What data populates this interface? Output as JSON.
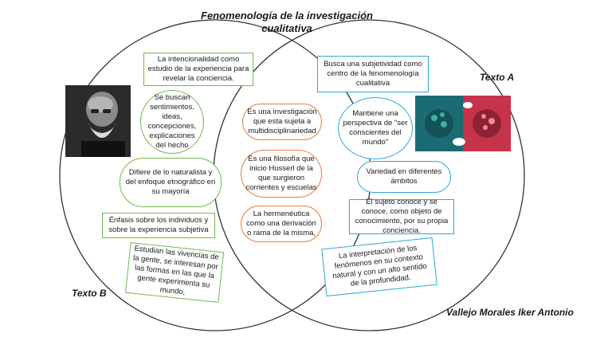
{
  "title": "Fenomenología de la investigación cualitativa",
  "labels": {
    "texto_a": "Texto A",
    "texto_b": "Texto B",
    "author": "Vallejo Morales Iker Antonio"
  },
  "left": {
    "item1": "La intencionalidad como estudio de la experiencia para revelar la conciencia.",
    "item2": "Se buscan sentimientos, ideas, concepciones, explicaciones del hecho",
    "item3": "Difiere de lo naturalista y del enfoque etnográfico en su mayoría",
    "item4": "Énfasis sobre los individuos y sobre la experiencia subjetiva",
    "item5": "Estudian las vivencias de la gente, se interesan por las formas en las que la gente experimenta su mundo,"
  },
  "center": {
    "item1": "Es una investigación que esta sujeta a multidisciplinariedad",
    "item2": "Es una filosofía que inicio Husserl de la que surgieron corrientes y escuelas",
    "item3": "La hermenéutica como una derivación o rama de la misma,"
  },
  "right": {
    "item1": "Busca una subjetividad como centro de la fenomenología cualitativa",
    "item2": "Mantiene una perspectiva de \"ser conscientes del mundo\"",
    "item3": "Variedad en diferentes ámbitos",
    "item4": "El sujeto conoce y se conoce, como objeto de conocimiento, por su propia conciencia.",
    "item5": "La interpretación de los fenómenos en su contexto natural y con un alto sentido de la profundidad."
  },
  "colors": {
    "green": "#74b84a",
    "blue": "#2ea6d9",
    "orange": "#e87d3e"
  }
}
